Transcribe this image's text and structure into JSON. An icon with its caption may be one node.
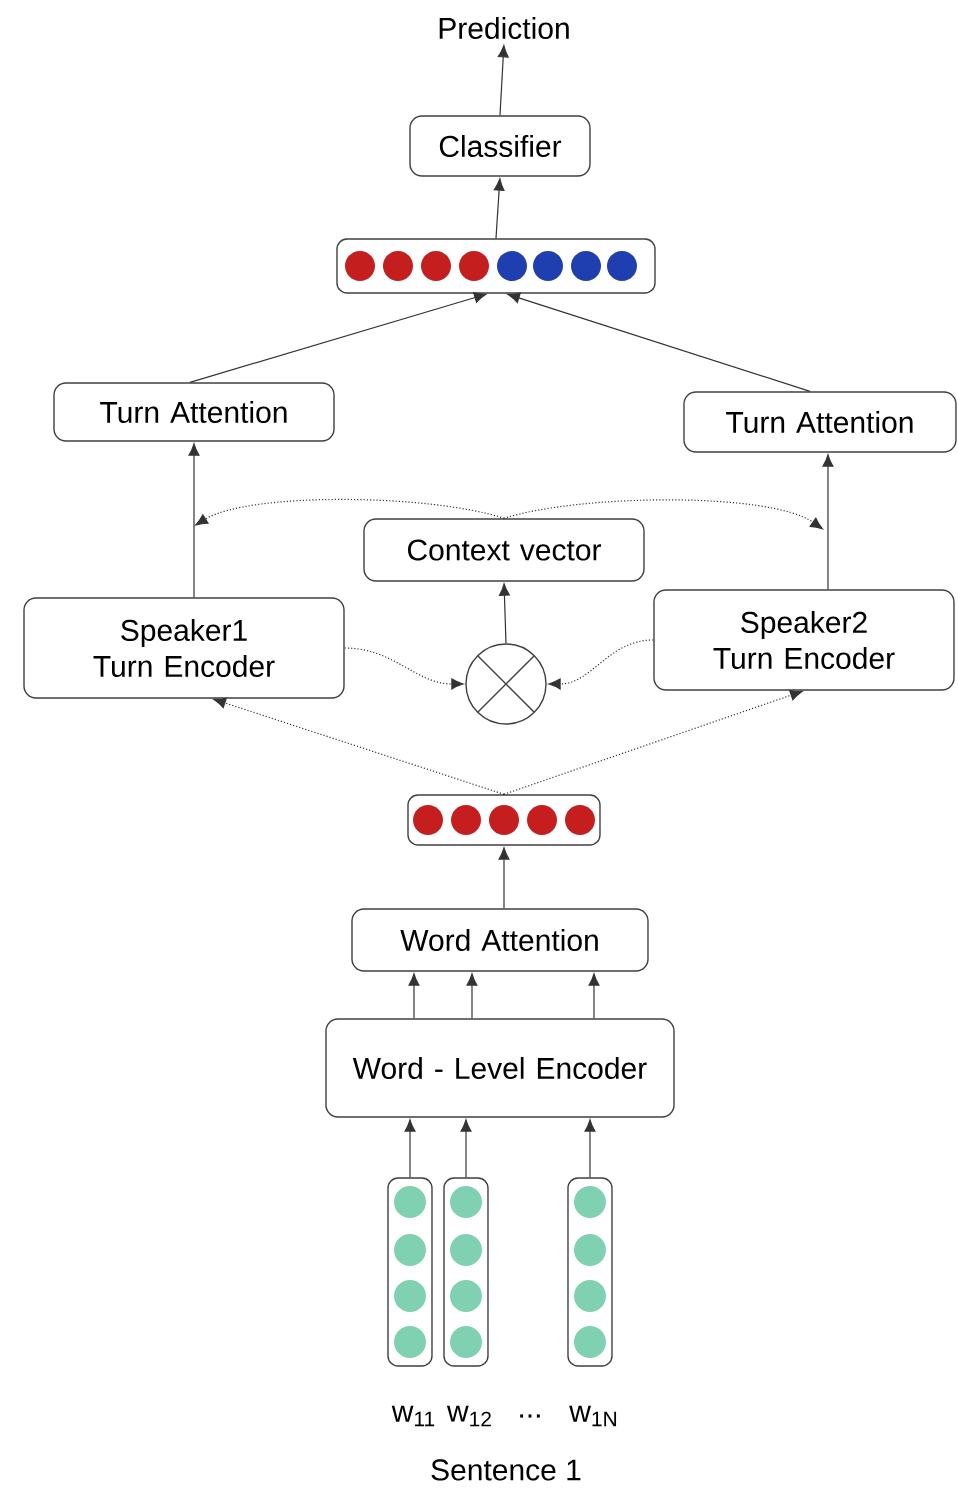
{
  "diagram": {
    "nodes": [
      {
        "text": [
          "Prediction"
        ]
      },
      {
        "text": [
          "Classifier"
        ]
      },
      {
        "text": [],
        "shape": "box"
      },
      {
        "text": [
          "Turn Attention"
        ]
      },
      {
        "text": [
          "Turn Attention"
        ]
      },
      {
        "text": [
          "Context vector"
        ]
      },
      {
        "text": [
          "Speaker1 Turn Encoder"
        ]
      },
      {
        "text": [],
        "shape": "circle"
      },
      {
        "text": [
          "Speaker2 Turn Encoder"
        ]
      },
      {
        "text": [],
        "shape": "box"
      },
      {
        "text": [
          "Word Attention"
        ]
      },
      {
        "text": [
          "Word - Level Encoder"
        ]
      },
      {
        "text": [],
        "shape": "box",
        "beside": [
          "w$_{11}$"
        ]
      },
      {
        "text": [],
        "shape": "box",
        "beside": [
          "w$_{12}$"
        ]
      },
      {
        "text": [],
        "shape": "box",
        "beside": [
          "w$_{1N}$"
        ]
      }
    ],
    "edges": [
      {
        "from": 1,
        "to": 0,
        "arrow": "to"
      },
      {
        "from": 2,
        "to": 1,
        "arrow": "to"
      },
      {
        "from": 3,
        "to": 2,
        "arrow": "to"
      },
      {
        "from": 4,
        "to": 2,
        "arrow": "to"
      },
      {
        "from": 6,
        "to": 3,
        "arrow": "to"
      },
      {
        "from": 8,
        "to": 4,
        "arrow": "to"
      },
      {
        "from": 5,
        "to": null,
        "arrow": "to",
        "style": "dashed"
      },
      {
        "from": 5,
        "to": null,
        "arrow": "to",
        "style": "dashed"
      },
      {
        "from": 6,
        "to": 7,
        "arrow": "to",
        "style": "dashed"
      },
      {
        "from": 8,
        "to": 7,
        "arrow": "to",
        "style": "dashed"
      },
      {
        "from": 7,
        "to": 5,
        "arrow": "to"
      },
      {
        "from": 9,
        "to": 6,
        "arrow": "to",
        "style": "dashed"
      },
      {
        "from": 9,
        "to": 8,
        "arrow": "to",
        "style": "dashed"
      },
      {
        "from": 10,
        "to": 9,
        "arrow": "to"
      },
      {
        "from": 11,
        "to": 10,
        "arrow": "to"
      },
      {
        "from": 11,
        "to": 10,
        "arrow": "to"
      },
      {
        "from": 11,
        "to": 10,
        "arrow": "to"
      },
      {
        "from": 12,
        "to": 11,
        "arrow": "to"
      },
      {
        "from": 13,
        "to": 11,
        "arrow": "to"
      },
      {
        "from": 14,
        "to": 11,
        "arrow": "to"
      }
    ],
    "labels": [
      "...",
      "Sentence 1"
    ]
  }
}
